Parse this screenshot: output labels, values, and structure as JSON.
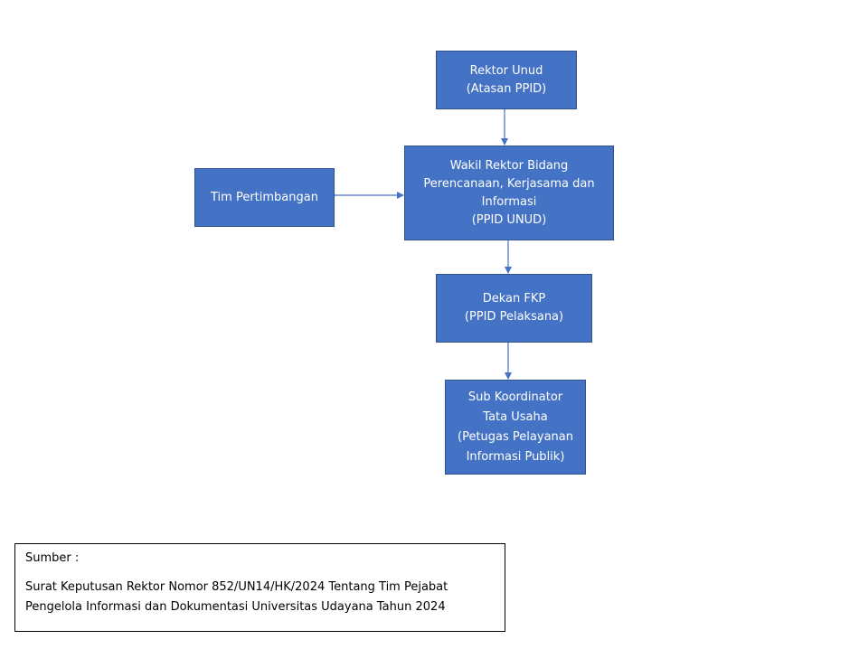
{
  "colors": {
    "box_fill": "#4472c4",
    "box_border": "#2f528f",
    "connector": "#4472c4",
    "text": "#ffffff"
  },
  "diagram": {
    "rektor": [
      "Rektor Unud",
      "(Atasan PPID)"
    ],
    "tim": [
      "Tim Pertimbangan"
    ],
    "wakil": [
      "Wakil Rektor Bidang",
      "Perencanaan, Kerjasama dan",
      "Informasi",
      "(PPID UNUD)"
    ],
    "dekan": [
      "Dekan FKP",
      "(PPID Pelaksana)"
    ],
    "sub": [
      "Sub Koordinator",
      "Tata Usaha",
      "(Petugas Pelayanan",
      "Informasi Publik)"
    ]
  },
  "source": {
    "heading": "Sumber :",
    "line1": "Surat Keputusan Rektor Nomor 852/UN14/HK/2024 Tentang Tim Pejabat",
    "line2": "Pengelola Informasi dan Dokumentasi Universitas Udayana Tahun 2024"
  }
}
